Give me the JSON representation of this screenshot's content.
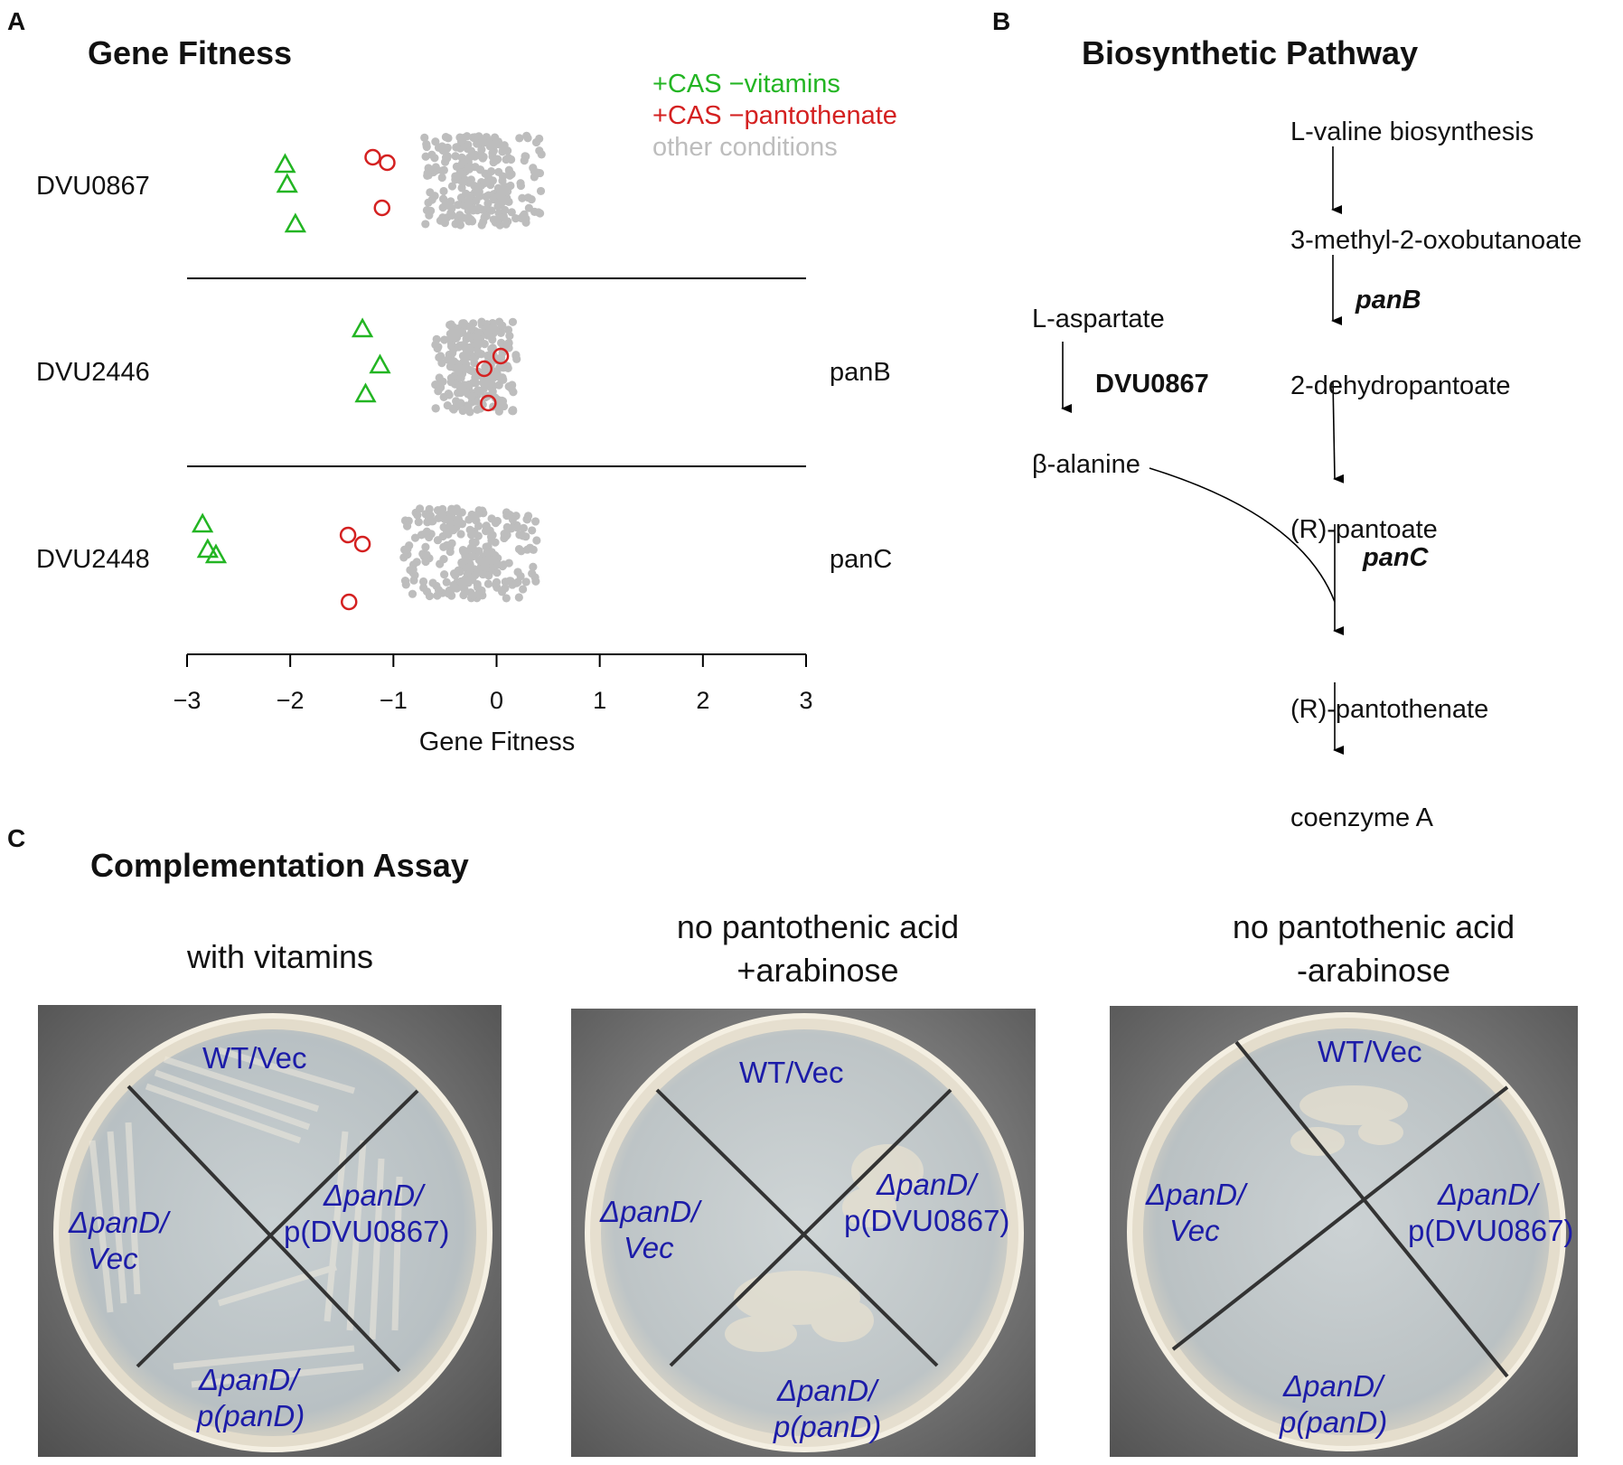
{
  "panel_a": {
    "label": "A",
    "title": "Gene Fitness",
    "legend": [
      "+CAS −vitamins",
      "+CAS −pantothenate",
      "other conditions"
    ],
    "colors": {
      "vitamins": "#23b523",
      "pantothenate": "#d42020",
      "other": "#bdbdbd"
    },
    "genes": [
      {
        "locus": "DVU0867",
        "symbol": ""
      },
      {
        "locus": "DVU2446",
        "symbol": "panB"
      },
      {
        "locus": "DVU2448",
        "symbol": "panC"
      }
    ],
    "xlabel": "Gene Fitness"
  },
  "chart_data": {
    "type": "scatter",
    "title": "Gene Fitness",
    "xlabel": "Gene Fitness",
    "xlim": [
      -3,
      3
    ],
    "xticks": [
      "−3",
      "−2",
      "−1",
      "0",
      "1",
      "2",
      "3"
    ],
    "categories": [
      "DVU0867",
      "DVU2446",
      "DVU2448"
    ],
    "series": [
      {
        "name": "+CAS −vitamins",
        "marker": "triangle",
        "x": {
          "DVU0867": [
            -2.05,
            -2.03,
            -1.95
          ],
          "DVU2446": [
            -1.3,
            -1.13,
            -1.27
          ],
          "DVU2448": [
            -2.85,
            -2.8,
            -2.72
          ]
        }
      },
      {
        "name": "+CAS −pantothenate",
        "marker": "circle",
        "x": {
          "DVU0867": [
            -1.2,
            -1.06,
            -1.11
          ],
          "DVU2446": [
            0.04,
            -0.12,
            -0.08
          ],
          "DVU2448": [
            -1.44,
            -1.3,
            -1.43
          ]
        }
      },
      {
        "name": "other conditions",
        "marker": "dot",
        "range": {
          "DVU0867": [
            -0.6,
            0.55
          ],
          "DVU2446": [
            -0.5,
            0.3
          ],
          "DVU2448": [
            -0.8,
            0.5
          ]
        }
      }
    ]
  },
  "panel_b": {
    "label": "B",
    "title": "Biosynthetic Pathway",
    "compounds": {
      "valine": "L-valine biosynthesis",
      "oxobutanoate": "3-methyl-2-oxobutanoate",
      "aspartate": "L-aspartate",
      "dehydropantoate": "2-dehydropantoate",
      "alanine": "β-alanine",
      "pantoate": "(R)-pantoate",
      "pantothenate": "(R)-pantothenate",
      "coa": "coenzyme A"
    },
    "enzymes": {
      "panB": "panB",
      "dvu0867": "DVU0867",
      "panC": "panC"
    }
  },
  "panel_c": {
    "label": "C",
    "title": "Complementation Assay",
    "conditions": [
      {
        "line1": "with vitamins",
        "line2": ""
      },
      {
        "line1": "no pantothenic acid",
        "line2": "+arabinose"
      },
      {
        "line1": "no pantothenic acid",
        "line2": "-arabinose"
      }
    ],
    "strains": {
      "wt": "WT/Vec",
      "vec_a": "ΔpanD/",
      "vec_b": "Vec",
      "dvu_a": "ΔpanD/",
      "dvu_b": "p(DVU0867)",
      "pand_a": "ΔpanD/",
      "pand_b": "p(panD)"
    }
  }
}
